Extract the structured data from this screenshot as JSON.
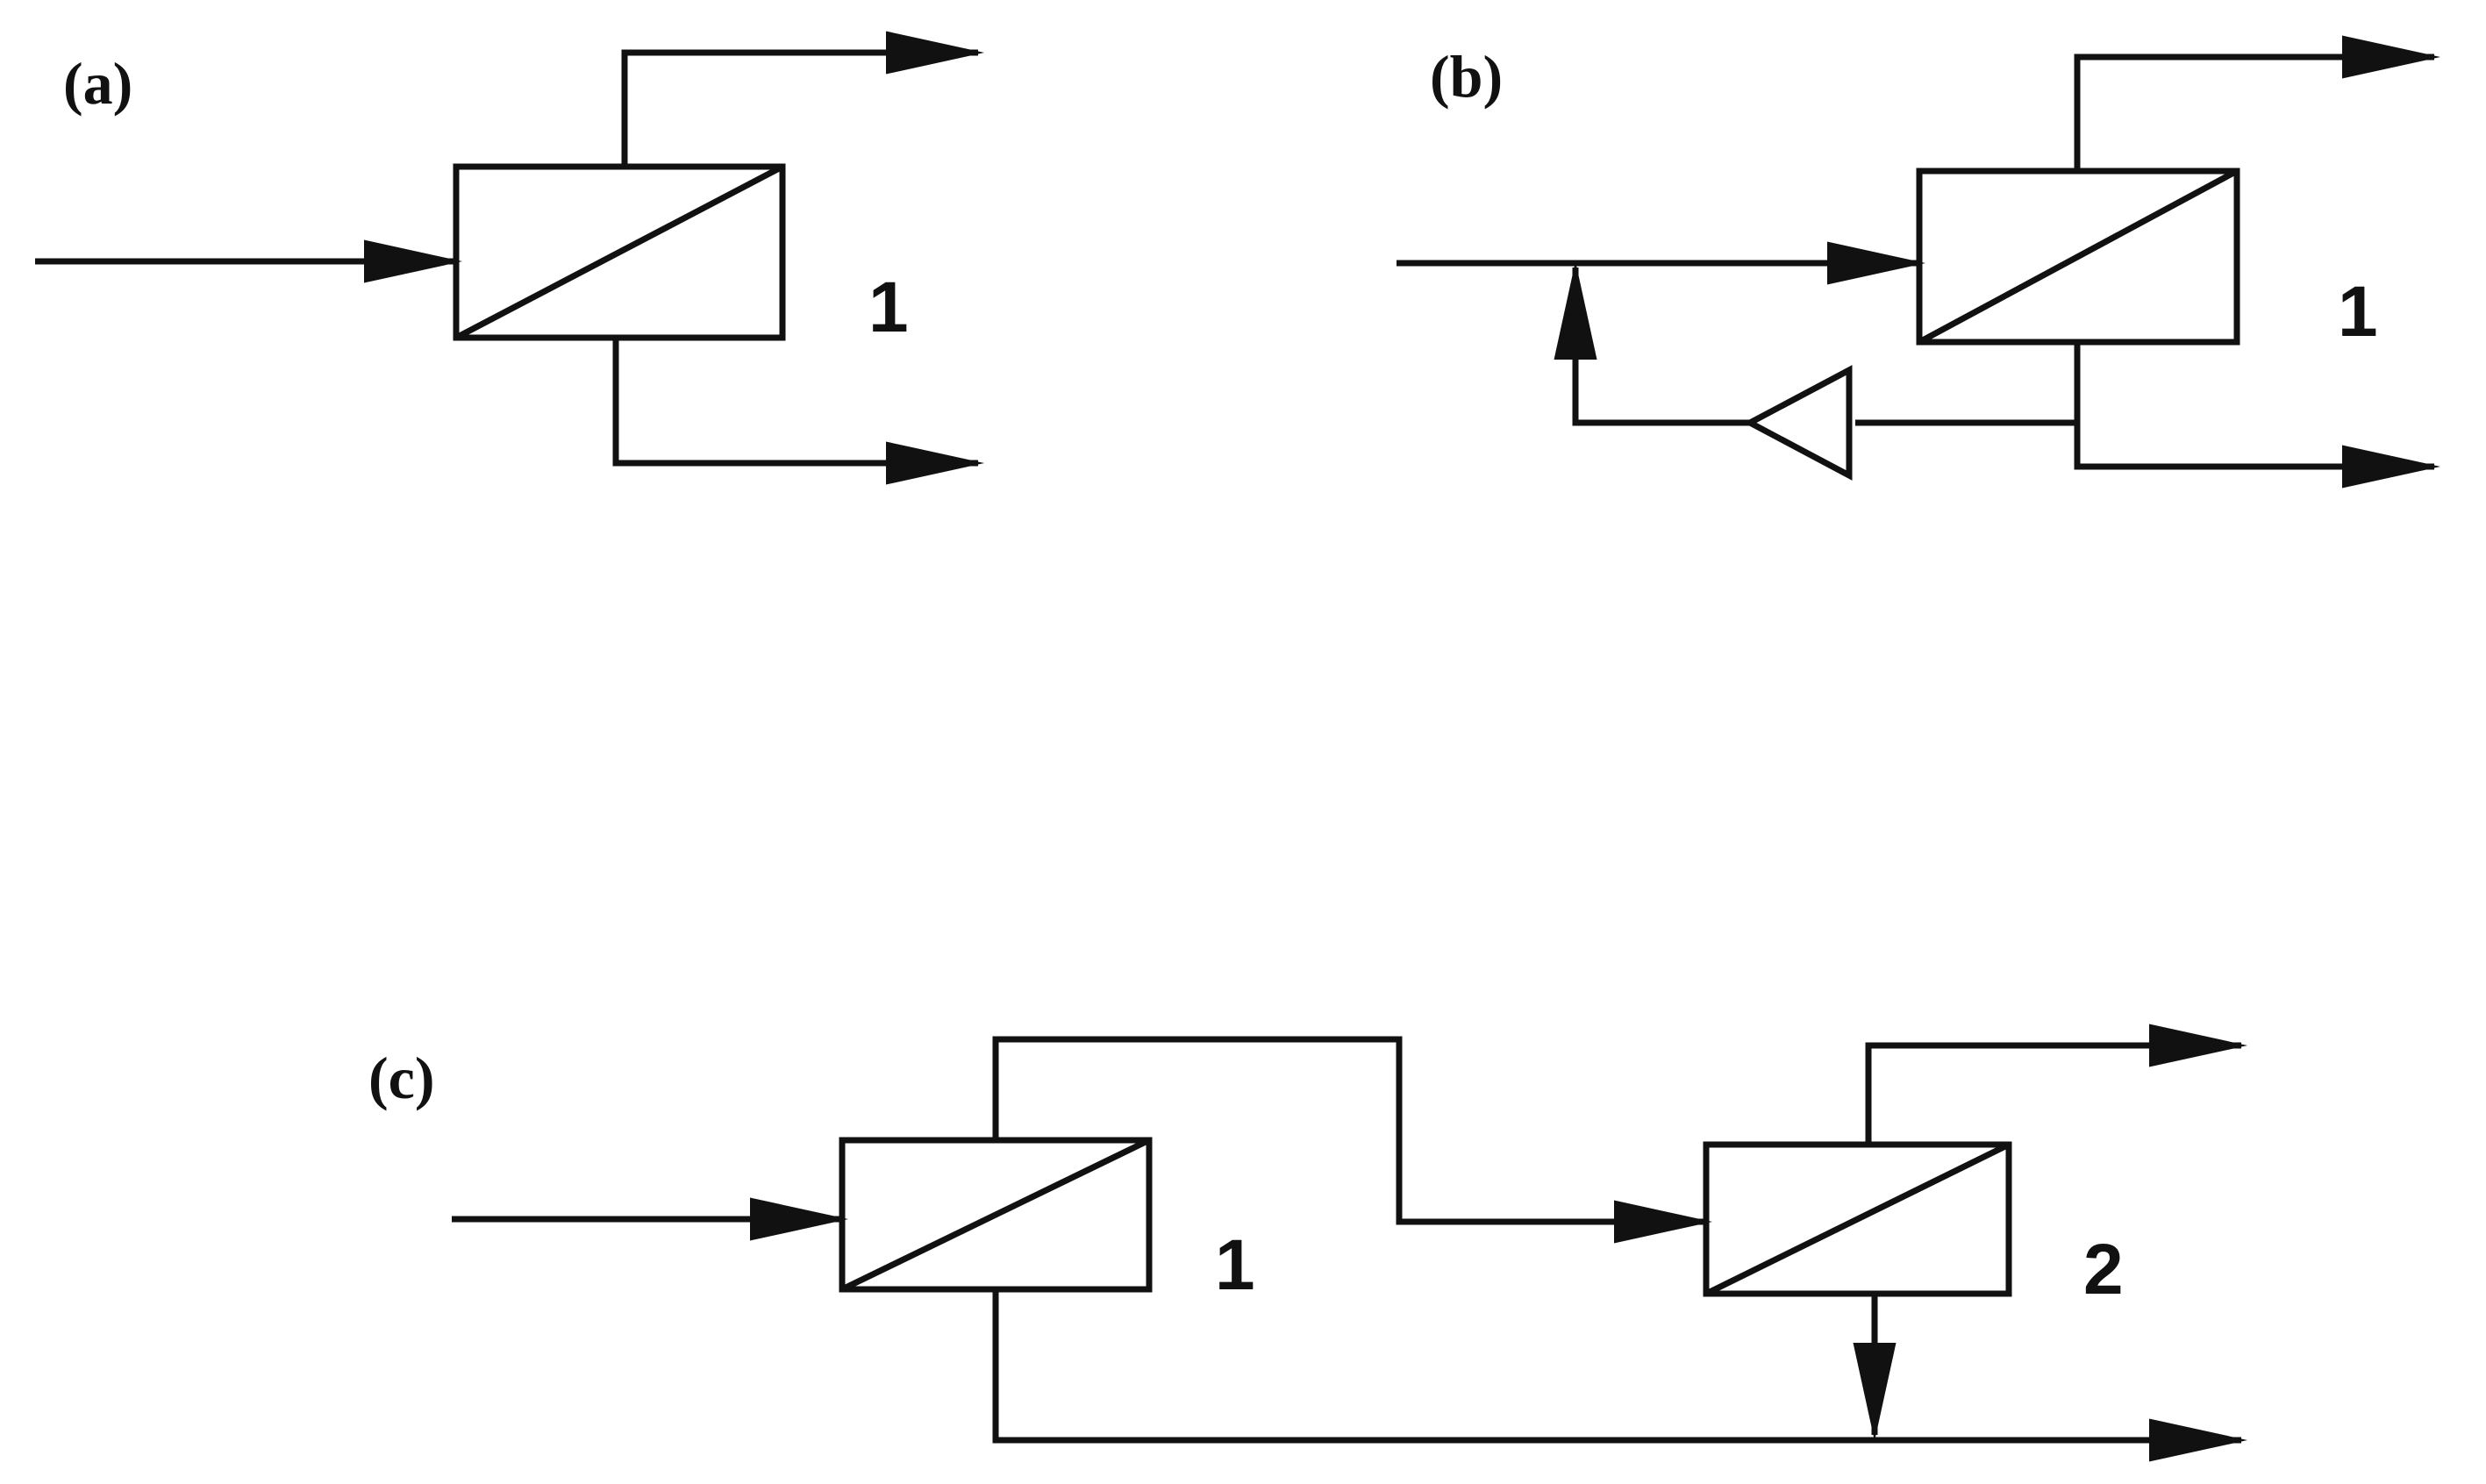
{
  "colors": {
    "ink": "#111111",
    "background": "#ffffff"
  },
  "panels": {
    "a": {
      "label": "(a)",
      "module_number": "1"
    },
    "b": {
      "label": "(b)",
      "module_number": "1"
    },
    "c": {
      "label": "(c)",
      "module_1_number": "1",
      "module_2_number": "2"
    }
  }
}
